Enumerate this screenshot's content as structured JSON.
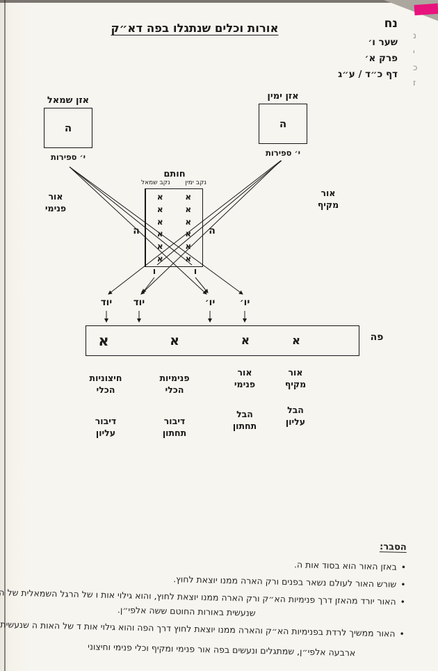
{
  "title": "אורות וכלים שנתגלו בפה דא״ק",
  "header": {
    "book": "נח",
    "line1": "שער ו׳",
    "line2": "פרק א׳",
    "line3": "דף כ״ד / ע״ג",
    "edge_marks": [
      "נ",
      "י",
      "כ",
      "ז"
    ]
  },
  "diagram": {
    "left_ear": {
      "title": "אזן שמאל",
      "letter": "ה",
      "subtitle": "י׳ ספירות"
    },
    "right_ear": {
      "title": "אזן ימין",
      "letter": "ה",
      "subtitle": "י׳ ספירות"
    },
    "hotam": {
      "title": "חותם",
      "nostril_right": "נקב ימין",
      "nostril_left": "נקב שמאל",
      "alef": "א",
      "side_letter": "ה",
      "bottom_letter": "ו"
    },
    "side_left_label": "אור\nפנימי",
    "side_right_label": "אור\nמקיף",
    "yud": [
      "יוד",
      "יוד",
      "יו׳",
      "יו׳"
    ],
    "peh": {
      "label": "פה",
      "alef": "א"
    },
    "columns": [
      {
        "top": "חיצוניות\nהכלי",
        "bottom": "דיבור\nעליון"
      },
      {
        "top": "פנימיות\nהכלי",
        "bottom": "דיבור\nתחתון"
      },
      {
        "top": "אור\nפנימי",
        "bottom": "הבל\nתחתון"
      },
      {
        "top": "אור\nמקיף",
        "bottom": "הבל\nעליון"
      }
    ]
  },
  "explanation": {
    "heading": "הסבר:",
    "bullet_char": "•",
    "bullets": [
      {
        "line1": "באזן האור הוא בסוד אות ה."
      },
      {
        "line1": "שורש האור לעולם נשאר בפנים ורק הארה ממנו יוצאת לחוץ."
      },
      {
        "line1": "האור יורד מהאזן דרך פנימיות הא״ק ורק הארה ממנו יוצאת לחוץ, והוא גילוי אות ו של הרגל השמאלית של ה",
        "line2": "שנעשית באורות החוטם ששה אלפי״ן."
      },
      {
        "line1": "האור ממשיך לרדת בפנימיות הא״ק והארה ממנו יוצאת לחוץ דרך הפה והוא גילוי אות ד של האות ה שנעשית ב",
        "line2": "ארבעה אלפי״ן, שמתגלים ונעשים בפה אור פנימי ומקיף וכלי פנימי וחיצוני"
      }
    ]
  },
  "colors": {
    "ink": "#1b1b1b",
    "marker_pink": "#e8137d",
    "desk": "#aba79f"
  }
}
